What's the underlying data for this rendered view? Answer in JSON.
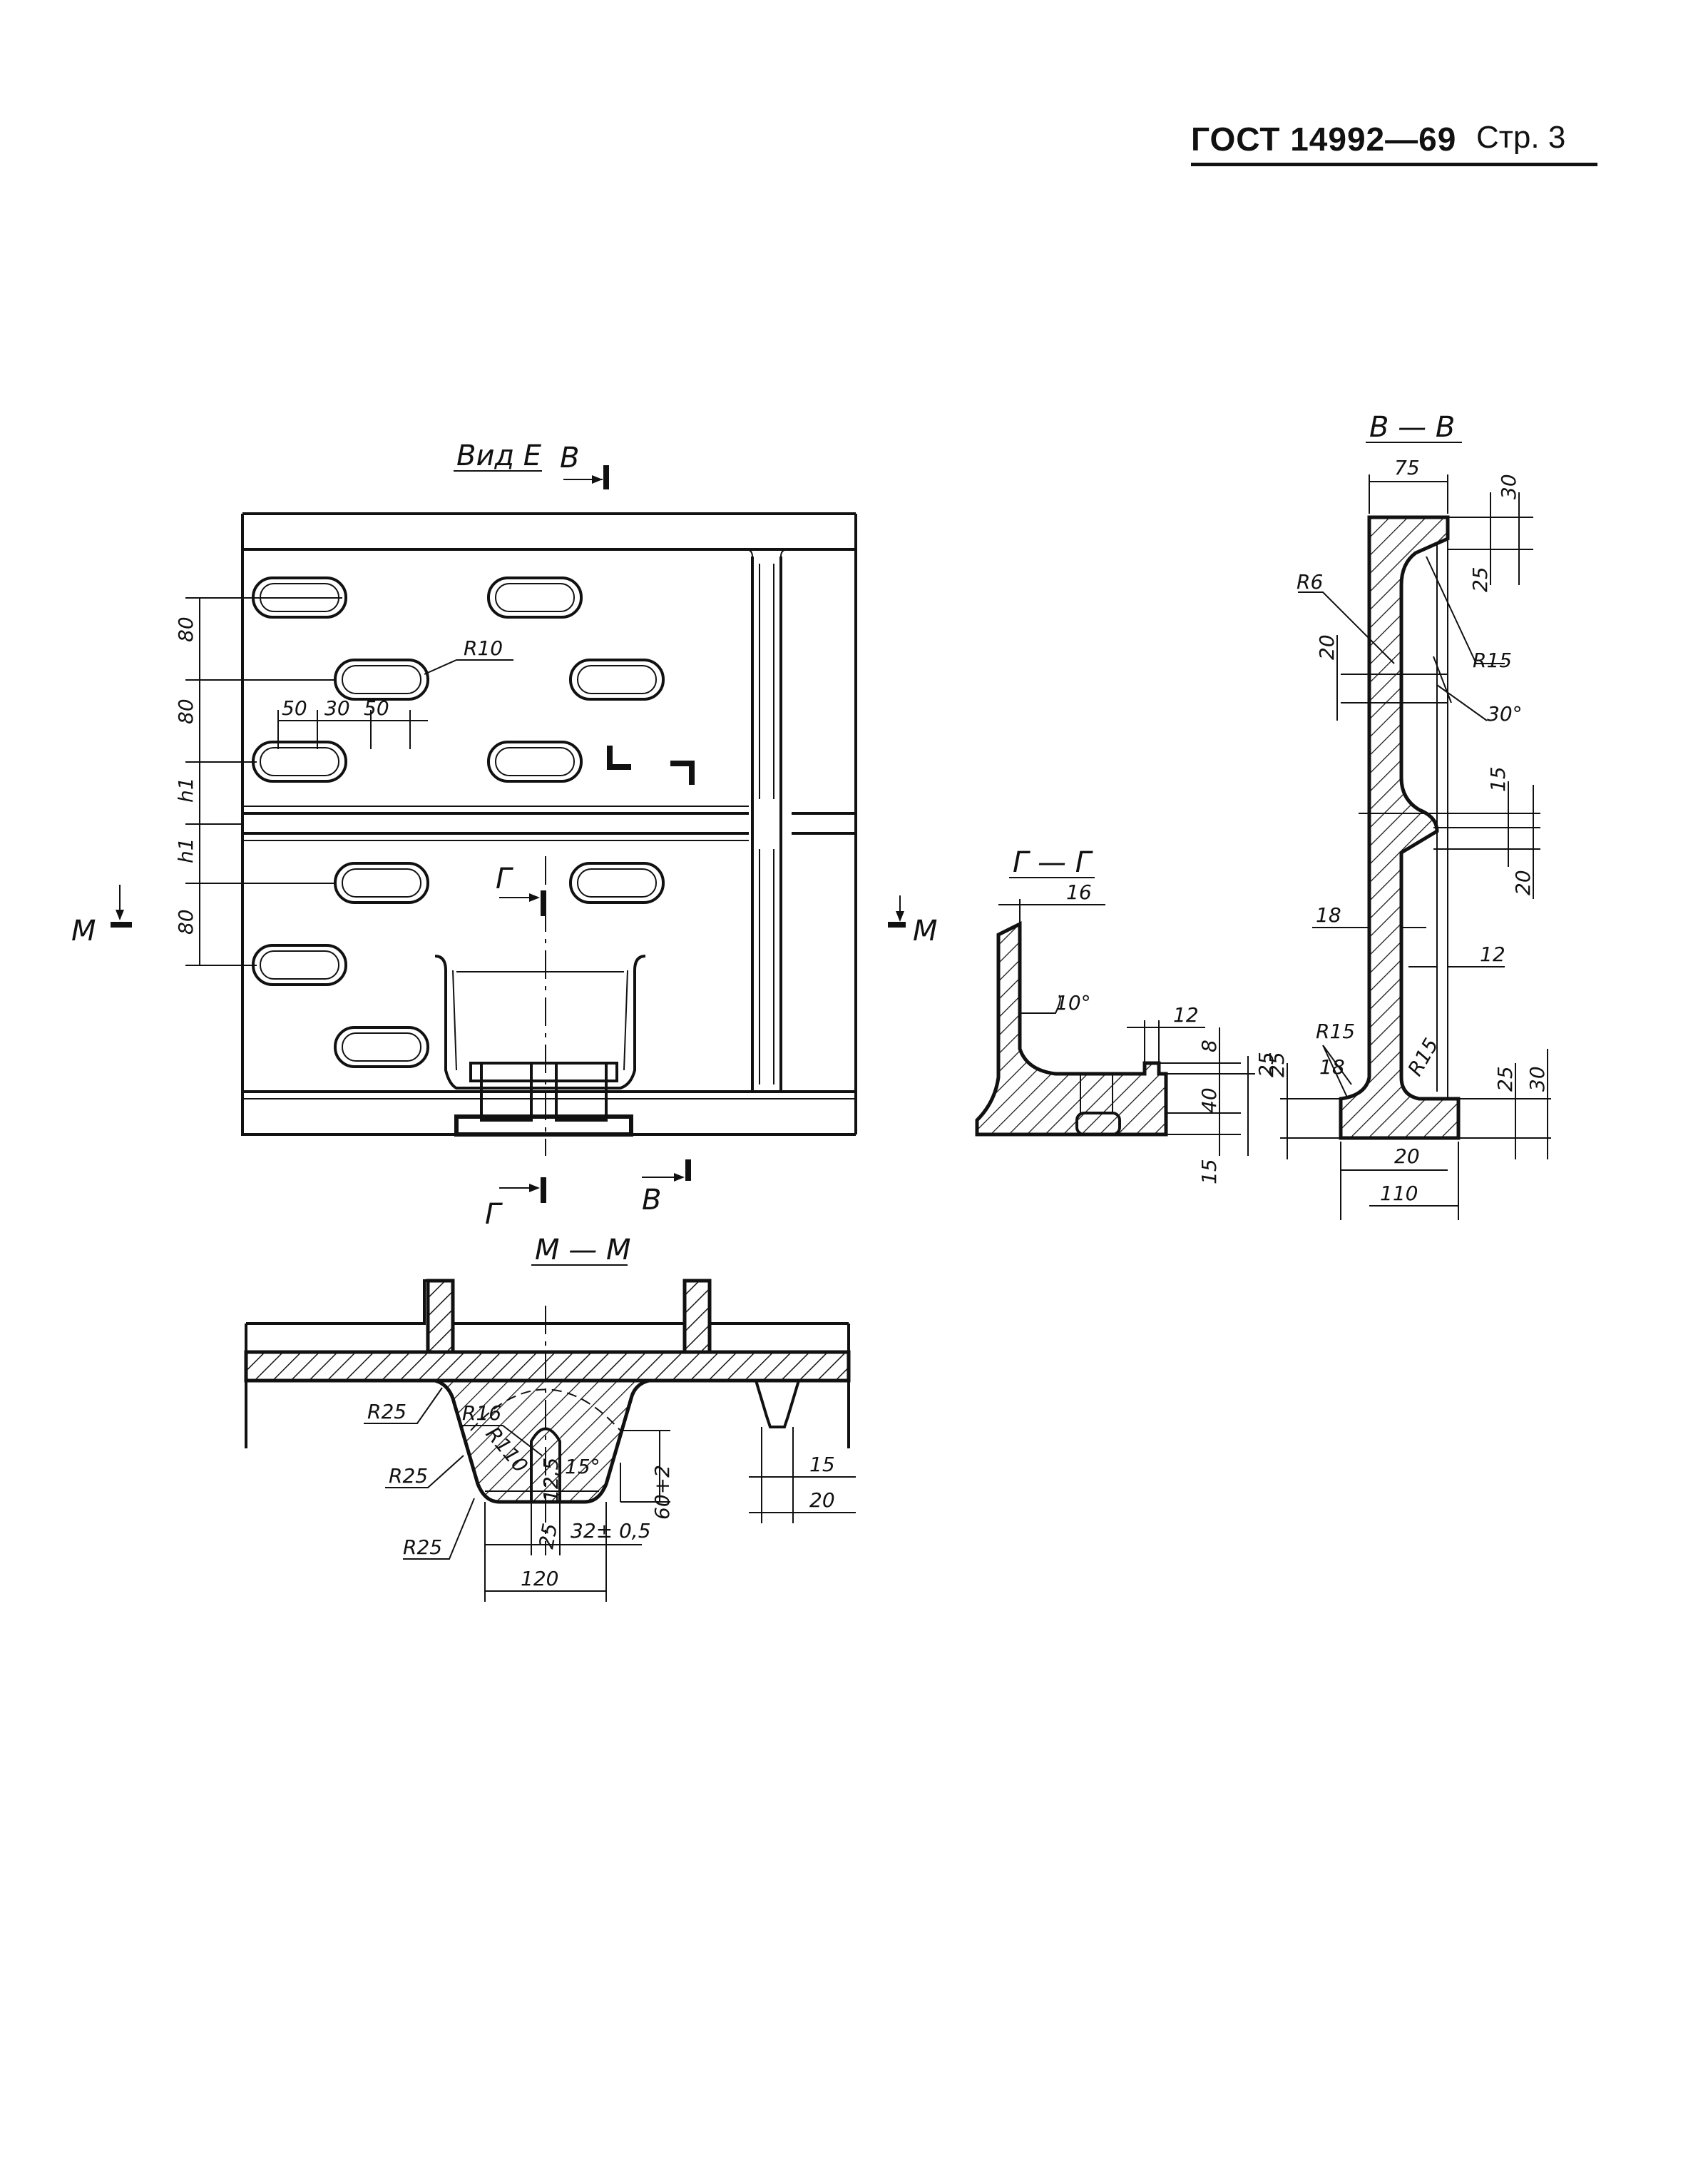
{
  "header": {
    "standard": "ГОСТ 14992—69",
    "page": "Стр. 3"
  },
  "views": {
    "view_e": "Вид Е",
    "section_vv": "В — В",
    "section_gg": "Г — Г",
    "section_mm": "М — М"
  },
  "markers": {
    "v": "В",
    "g": "Г",
    "m": "М"
  },
  "dims_view_e": {
    "d80a": "80",
    "d80b": "80",
    "h1a": "h1",
    "h1b": "h1",
    "d80c": "80",
    "r10": "R10",
    "w50a": "50",
    "w30": "30",
    "w50b": "50"
  },
  "dims_vv": {
    "w75": "75",
    "h30a": "30",
    "h25a": "25",
    "r6": "R6",
    "r15a": "R15",
    "h20a": "20",
    "ang30": "30°",
    "h15": "15",
    "h20b": "20",
    "t18": "18",
    "t12": "12",
    "r15b": "R15",
    "r15c": "R15",
    "t18b": "18",
    "h25b": "25",
    "h25c": "25",
    "h30b": "30",
    "w20": "20",
    "w110": "110"
  },
  "dims_gg": {
    "w16": "16",
    "ang10": "10°",
    "w12": "12",
    "h8": "8",
    "h25": "25",
    "h40": "40",
    "h15": "15"
  },
  "dims_mm": {
    "r25a": "R25",
    "r16": "R16",
    "r110": "R110",
    "r25b": "R25",
    "w12_5": "12,5",
    "ang15": "15°",
    "h60": "60+2",
    "r25c": "R25",
    "w25": "25",
    "w32": "32± 0,5",
    "w120": "120",
    "w15": "15",
    "w20": "20"
  }
}
